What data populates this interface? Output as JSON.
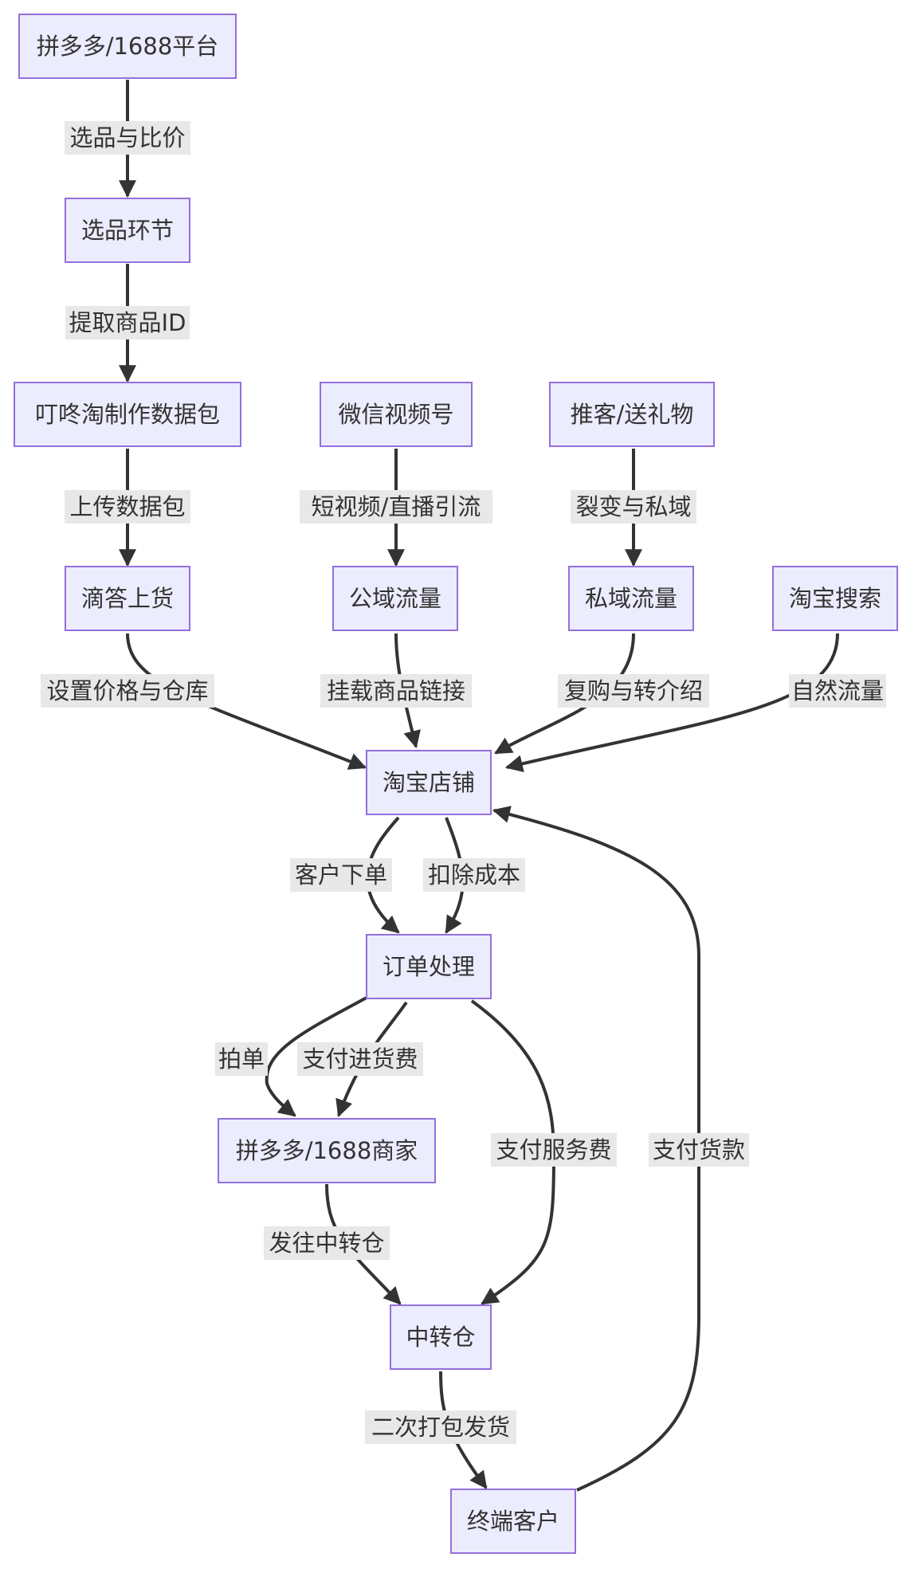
{
  "nodes": {
    "platform": "拼多多/1688平台",
    "selection": "选品环节",
    "dingdongtao": "叮咚淘制作数据包",
    "wechat_video": "微信视频号",
    "referral_gift": "推客/送礼物",
    "didaa_listing": "滴答上货",
    "public_traffic": "公域流量",
    "private_traffic": "私域流量",
    "taobao_search": "淘宝搜索",
    "taobao_store": "淘宝店铺",
    "order_processing": "订单处理",
    "supplier": "拼多多/1688商家",
    "transit_warehouse": "中转仓",
    "end_customer": "终端客户"
  },
  "edges": {
    "select_compare": "选品与比价",
    "extract_id": "提取商品ID",
    "upload_package": "上传数据包",
    "short_video_live": "短视频/直播引流",
    "fission_private": "裂变与私域",
    "set_price_warehouse": "设置价格与仓库",
    "mount_link": "挂载商品链接",
    "repurchase_referral": "复购与转介绍",
    "natural_traffic": "自然流量",
    "customer_order": "客户下单",
    "deduct_cost": "扣除成本",
    "place_order": "拍单",
    "pay_purchase": "支付进货费",
    "pay_service": "支付服务费",
    "pay_goods": "支付货款",
    "ship_transit": "发往中转仓",
    "repack_ship": "二次打包发货"
  }
}
